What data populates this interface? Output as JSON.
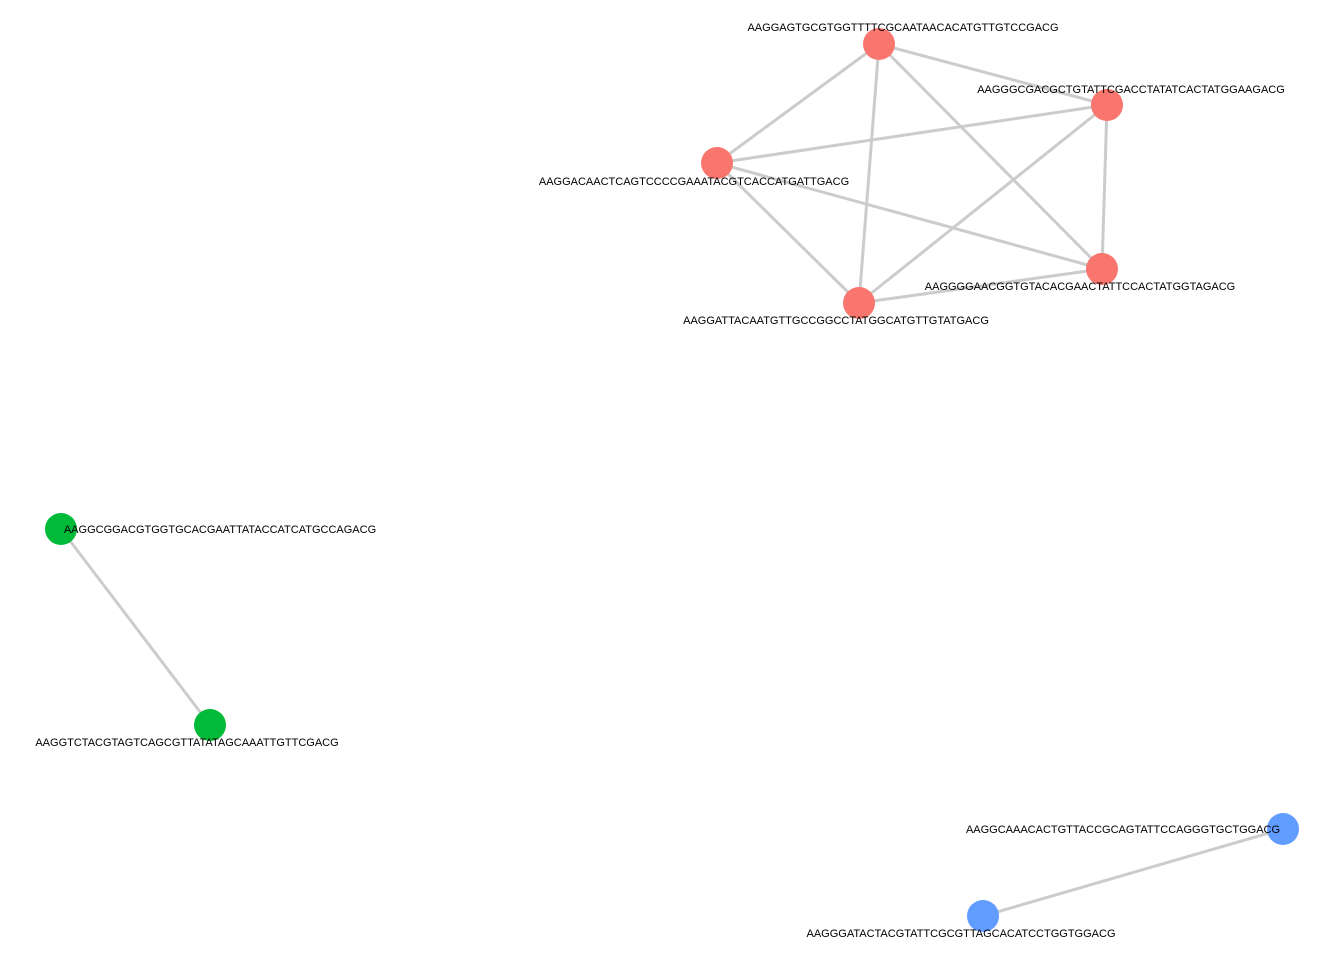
{
  "graph": {
    "clusters": [
      {
        "id": "red",
        "color": "#f8766d"
      },
      {
        "id": "green",
        "color": "#00ba38"
      },
      {
        "id": "blue",
        "color": "#619cff"
      }
    ],
    "nodes": [
      {
        "id": "n1",
        "cluster": "red",
        "label": "AAGGAGTGCGTGGTTTTCGCAATAACACATGTTGTCCGACG"
      },
      {
        "id": "n2",
        "cluster": "red",
        "label": "AAGGGCGACGCTGTATTCGACCTATATCACTATGGAAGACG"
      },
      {
        "id": "n3",
        "cluster": "red",
        "label": "AAGGACAACTCAGTCCCCGAAATACGTCACCATGATTGACG"
      },
      {
        "id": "n4",
        "cluster": "red",
        "label": "AAGGGGAACGGTGTACACGAACTATTCCACTATGGTAGACG"
      },
      {
        "id": "n5",
        "cluster": "red",
        "label": "AAGGATTACAATGTTGCCGGCCTATGGCATGTTGTATGACG"
      },
      {
        "id": "n6",
        "cluster": "green",
        "label": "AAGGCGGACGTGGTGCACGAATTATACCATCATGCCAGACG"
      },
      {
        "id": "n7",
        "cluster": "green",
        "label": "AAGGTCTACGTAGTCAGCGTTATATAGCAAATTGTTCGACG"
      },
      {
        "id": "n8",
        "cluster": "blue",
        "label": "AAGGCAAACACTGTTACCGCAGTATTCCAGGGTGCTGGACG"
      },
      {
        "id": "n9",
        "cluster": "blue",
        "label": "AAGGGATACTACGTATTCGCGTTAGCACATCCTGGTGGACG"
      }
    ],
    "edges": [
      [
        "n1",
        "n2"
      ],
      [
        "n1",
        "n3"
      ],
      [
        "n1",
        "n4"
      ],
      [
        "n1",
        "n5"
      ],
      [
        "n2",
        "n3"
      ],
      [
        "n2",
        "n4"
      ],
      [
        "n2",
        "n5"
      ],
      [
        "n3",
        "n4"
      ],
      [
        "n3",
        "n5"
      ],
      [
        "n4",
        "n5"
      ],
      [
        "n6",
        "n7"
      ],
      [
        "n8",
        "n9"
      ]
    ],
    "edge_color": "#cccccc"
  }
}
